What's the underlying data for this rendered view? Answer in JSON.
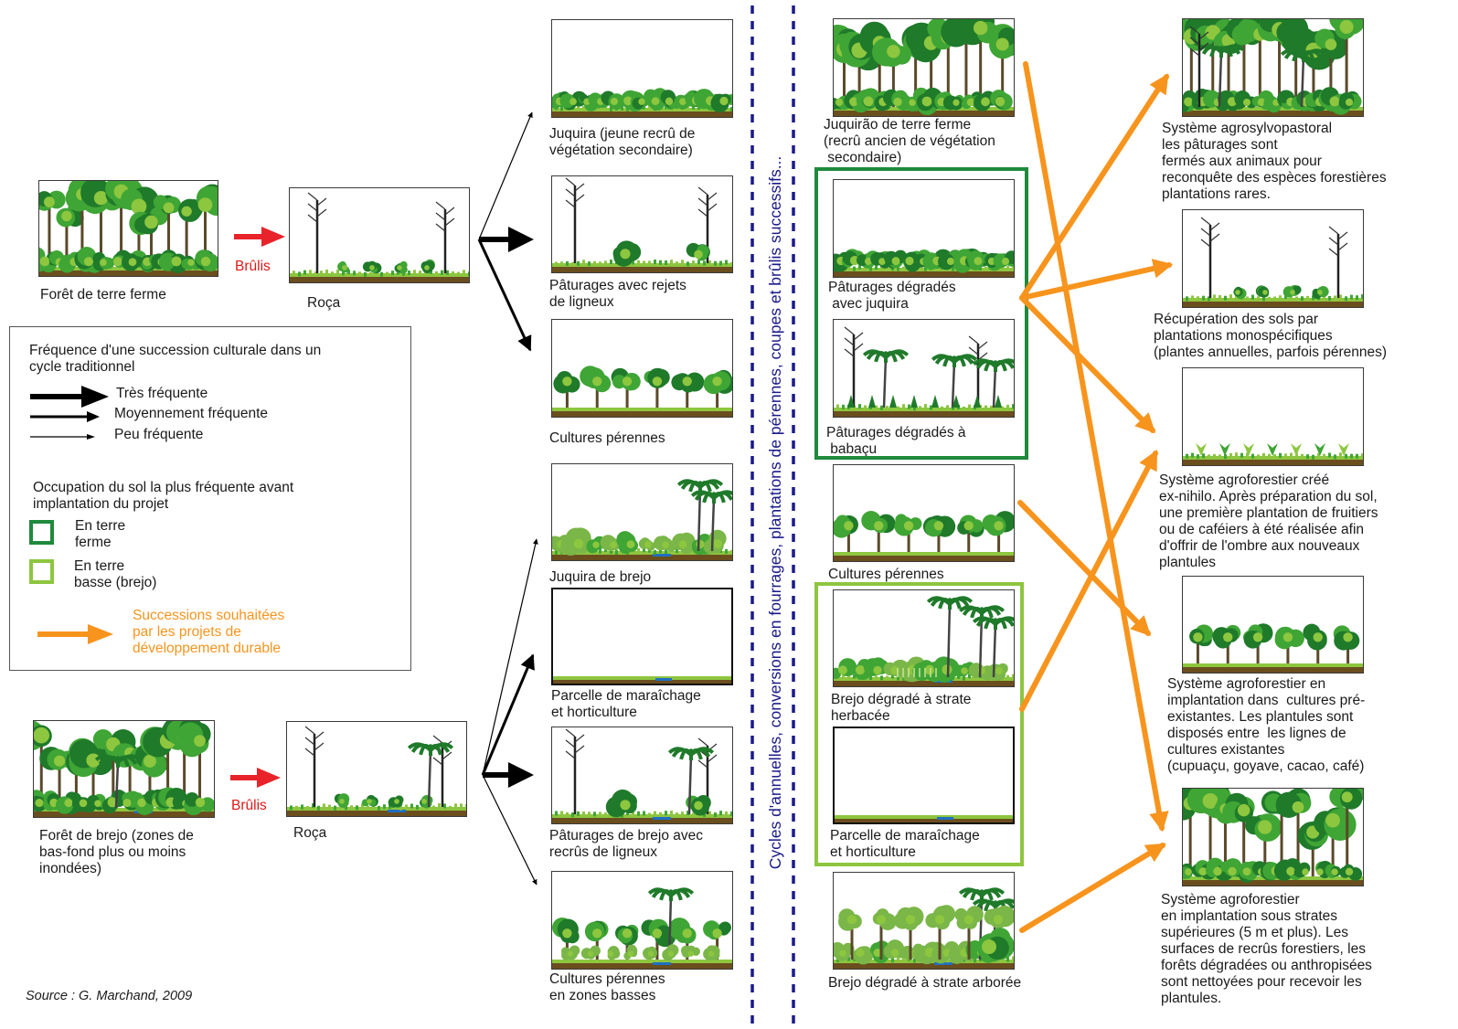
{
  "colors": {
    "very_frequent_arrow": "#000000",
    "desired_succession": "#F7941D",
    "burn_arrow": "#E8232A",
    "terra_firme_frame": "#1E8A3C",
    "lowland_frame": "#8DC63F",
    "separator": "#1a1a8a",
    "vegetation_dark": "#1F7A2A",
    "vegetation_light": "#8DC63F",
    "water": "#1F6FC0"
  },
  "left": {
    "foret_terre_ferme": "Forêt de terre ferme",
    "roca_top": "Roça",
    "brulis_top": "Brûlis",
    "foret_brejo": "Forêt de brejo (zones de\nbas-fond plus ou moins\ninondées)",
    "roca_bottom": "Roça",
    "brulis_bottom": "Brûlis"
  },
  "legend": {
    "title": "Fréquence d'une succession culturale dans un\ncycle traditionnel",
    "very_frequent": "Très fréquente",
    "medium_frequent": "Moyennement fréquente",
    "rare": "Peu fréquente",
    "occupation_title": "Occupation du sol la plus fréquente avant\nimplantation du projet",
    "terre_ferme": "En terre\nferme",
    "terre_basse": "En terre\nbasse (brejo)",
    "desired": "Successions souhaitées\npar les projets de\ndéveloppement durable"
  },
  "middle": {
    "juquira": "Juquira (jeune recrû de\nvégétation secondaire)",
    "paturages_rejets": "Pâturages avec rejets\nde ligneux",
    "cultures_perennes": "Cultures pérennes",
    "juquira_brejo": "Juquira de brejo",
    "maraichage": "Parcelle de maraîchage\net horticulture",
    "paturages_brejo": "Pâturages de brejo avec\nrecrûs de ligneux",
    "cultures_basses": "Cultures pérennes\nen zones basses"
  },
  "separator_text": "Cycles d'annuelles, conversions en fourrages, plantations de pérennes, coupes et brûlis successifs...",
  "right": {
    "juquirao": "Juquirão de terre ferme\n(recrû ancien de végétation\n secondaire)",
    "paturages_juquira": "Pâturages dégradés\n avec juquira",
    "paturages_babacu": "Pâturages dégradés à\n babaçu",
    "cultures_perennes": "Cultures pérennes",
    "brejo_herbacee": "Brejo dégradé à strate\nherbacée",
    "maraichage": "Parcelle de maraîchage\net horticulture",
    "brejo_arboree": "Brejo dégradé à strate arborée"
  },
  "outcomes": {
    "agrosylvopastoral": "Système agrosylvopastoral\nles pâturages sont\nfermés aux animaux pour\nreconquête des espèces forestières\nplantations rares.",
    "recuperation": "Récupération des sols par\nplantations monospécifiques\n(plantes annuelles, parfois pérennes)",
    "ex_nihilo": "Système agroforestier créé\nex-nihilo. Après préparation du sol,\nune première plantation de fruitiers\nou de caféiers à été réalisée afin\nd'offrir de l'ombre aux nouveaux\nplantules",
    "cultures_preexistantes": "Système agroforestier en\nimplantation dans  cultures pré-\nexistantes. Les plantules sont\ndisposés entre  les lignes de\ncultures existantes\n(cupuaçu, goyave, cacao, café)",
    "strates_superieures": "Système agroforestier\nen implantation sous strates\nsupérieures (5 m et plus). Les\nsurfaces de recrûs forestiers, les\nforêts dégradées ou anthropisées\nsont nettoyées pour recevoir les\nplantules."
  },
  "source": "Source : G. Marchand, 2009"
}
